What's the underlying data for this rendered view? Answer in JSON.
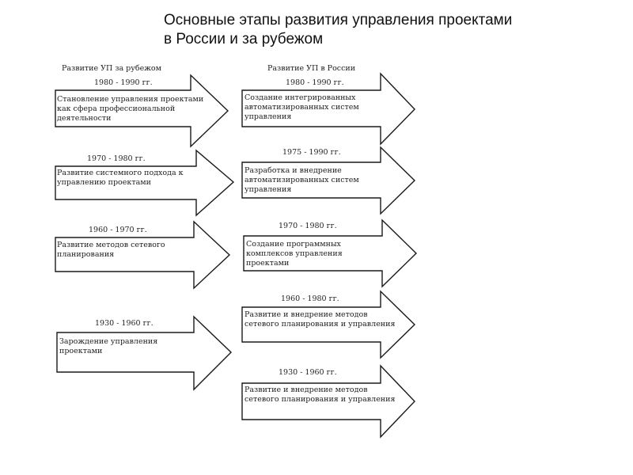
{
  "title": {
    "line1": "Основные этапы развития управления проектами",
    "line2": "в России и за рубежом"
  },
  "abroad": {
    "heading": "Развитие УП за рубежом",
    "stages": [
      {
        "years": "1980 - 1990 гг.",
        "text": "Становление управления проектами как сфера профессиональной деятельности"
      },
      {
        "years": "1970 - 1980 гг.",
        "text": "Развитие системного подхода к управлению проектами"
      },
      {
        "years": "1960 - 1970 гг.",
        "text": "Развитие методов сетевого планирования"
      },
      {
        "years": "1930 - 1960 гг.",
        "text": "Зарождение управления проектами"
      }
    ]
  },
  "russia": {
    "heading": "Развитие УП в России",
    "stages": [
      {
        "years": "1980 - 1990 гг.",
        "text": "Создание интегрированных автоматизированных систем управления"
      },
      {
        "years": "1975 - 1990 гг.",
        "text": "Разработка и внедрение автоматизированных систем управления"
      },
      {
        "years": "1970 - 1980 гг.",
        "text": "Создание программных комплексов управления проектами"
      },
      {
        "years": "1960 - 1980 гг.",
        "text": "Развитие и внедрение методов сетевого планирования и управления"
      },
      {
        "years": "1930 - 1960 гг.",
        "text": "Развитие и внедрение методов сетевого планирования и управления"
      }
    ]
  }
}
